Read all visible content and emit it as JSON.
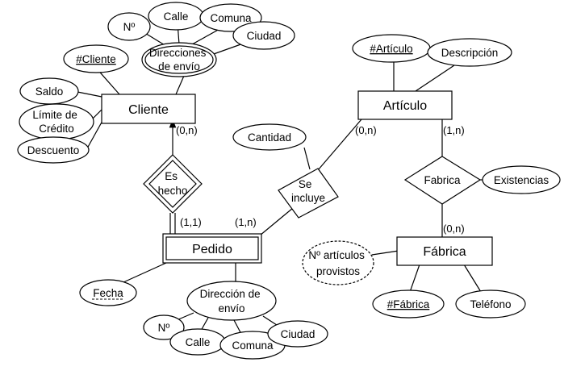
{
  "entities": {
    "cliente": "Cliente",
    "articulo": "Artículo",
    "pedido": "Pedido",
    "fabrica": "Fábrica"
  },
  "relationships": {
    "es_hecho": [
      "Es",
      "hecho"
    ],
    "se_incluye": [
      "Se",
      "incluye"
    ],
    "fabrica_rel": "Fabrica"
  },
  "attributes": {
    "direcciones_envio": [
      "Direcciones",
      "de envío"
    ],
    "no_top": "Nº",
    "calle_top": "Calle",
    "comuna_top": "Comuna",
    "ciudad_top": "Ciudad",
    "cliente_key": "#Cliente",
    "saldo": "Saldo",
    "limite_credito": [
      "Límite de",
      "Crédito"
    ],
    "descuento": "Descuento",
    "articulo_key": "#Artículo",
    "descripcion": "Descripción",
    "cantidad": "Cantidad",
    "existencias": "Existencias",
    "n_articulos_provistos": [
      "Nº artículos",
      "provistos"
    ],
    "fabrica_key": "#Fábrica",
    "telefono": "Teléfono",
    "fecha": "Fecha",
    "direccion_envio": [
      "Dirección de",
      "envío"
    ],
    "no_bottom": "Nº",
    "calle_bottom": "Calle",
    "comuna_bottom": "Comuna",
    "ciudad_bottom": "Ciudad"
  },
  "cardinalities": {
    "cliente_es_hecho": "(0,n)",
    "pedido_es_hecho": "(1,1)",
    "pedido_se_incluye": "(1,n)",
    "articulo_se_incluye": "(0,n)",
    "articulo_fabrica": "(1,n)",
    "fabrica_fabrica": "(0,n)"
  }
}
